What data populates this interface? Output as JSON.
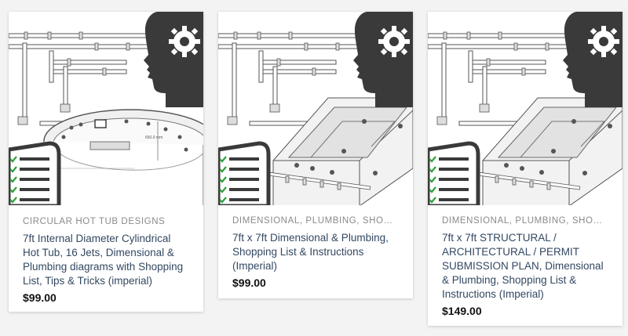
{
  "products": [
    {
      "category": "CIRCULAR HOT TUB DESIGNS",
      "title": "7ft Internal Diameter Cylindrical Hot Tub, 16 Jets, Dimensional & Plumbing diagrams with Shopping List, Tips & Tricks (imperial)",
      "price": "$99.00",
      "thumb_label": "650.0 mm"
    },
    {
      "category": "DIMENSIONAL, PLUMBING, SHOPPI...",
      "title": "7ft x 7ft Dimensional & Plumbing, Shopping List & Instructions (Imperial)",
      "price": "$99.00"
    },
    {
      "category": "DIMENSIONAL, PLUMBING, SHOPPI...",
      "title": "7ft x 7ft STRUCTURAL / ARCHITECTURAL / PERMIT SUBMISSION PLAN, Dimensional & Plumbing, Shopping List & Instructions (Imperial)",
      "price": "$149.00"
    }
  ],
  "colors": {
    "background": "#f3f3f3",
    "title_link": "#334862",
    "category": "#8a8a8a",
    "check_green": "#2e9e3a",
    "head_dark": "#3a3a3a"
  }
}
